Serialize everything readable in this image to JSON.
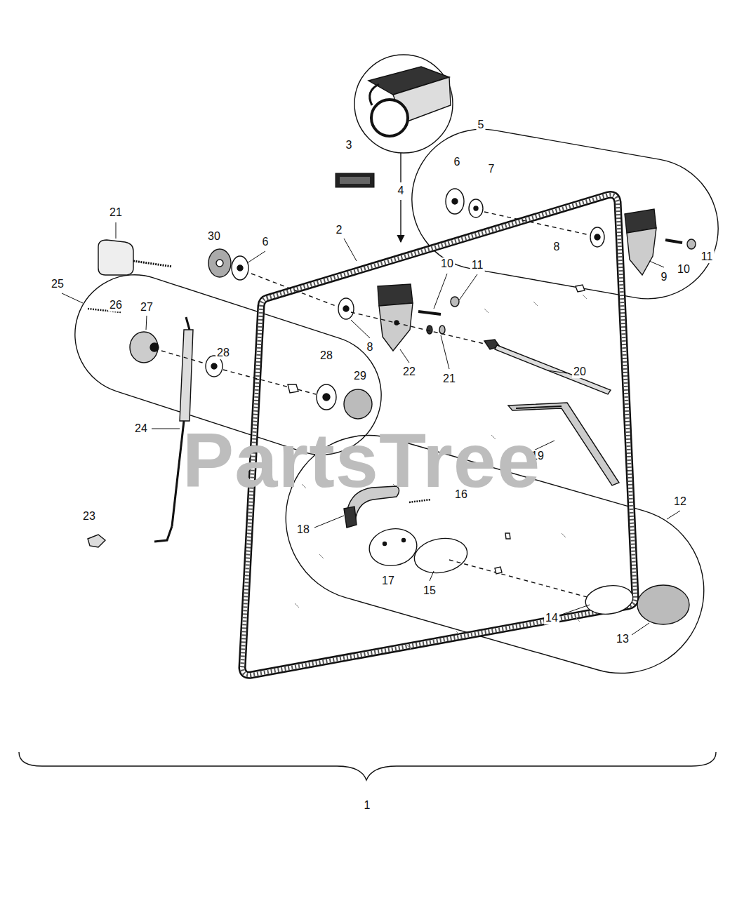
{
  "diagram": {
    "labels": [
      "5",
      "3",
      "6",
      "7",
      "4",
      "21",
      "30",
      "6",
      "2",
      "8",
      "11",
      "10",
      "9",
      "25",
      "26",
      "27",
      "10",
      "11",
      "8",
      "22",
      "21",
      "20",
      "28",
      "28",
      "29",
      "24",
      "19",
      "16",
      "12",
      "23",
      "18",
      "17",
      "15",
      "14",
      "13",
      "1",
      "PartsTree"
    ]
  }
}
